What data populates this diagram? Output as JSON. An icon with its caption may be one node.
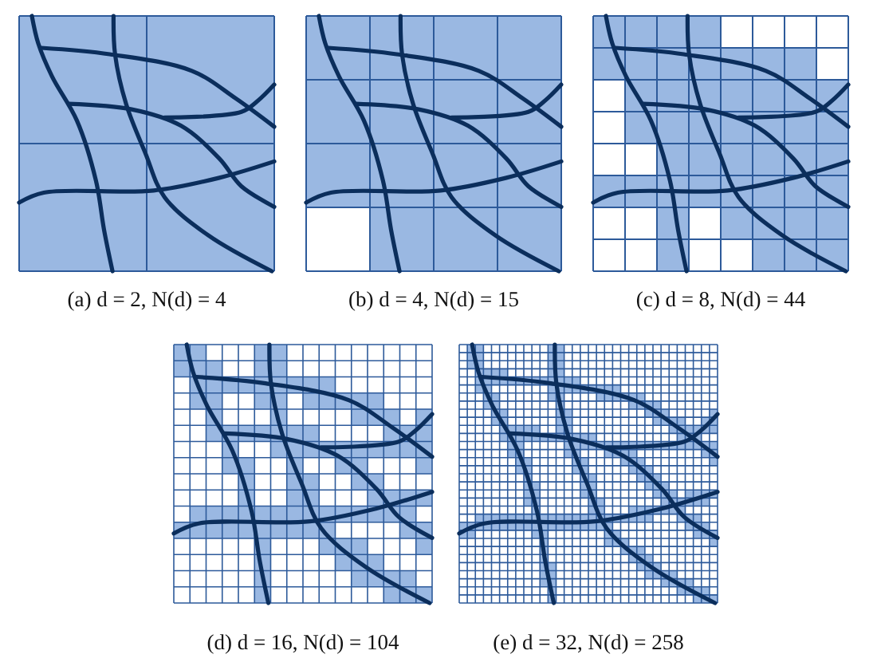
{
  "diagram": {
    "labels": [
      "(a) d = 2, N(d) = 4",
      "(b) d = 4, N(d) = 15",
      "(c) d = 8, N(d) = 44",
      "(d) d = 16, N(d) = 104",
      "(e) d = 32, N(d) = 258"
    ]
  }
}
